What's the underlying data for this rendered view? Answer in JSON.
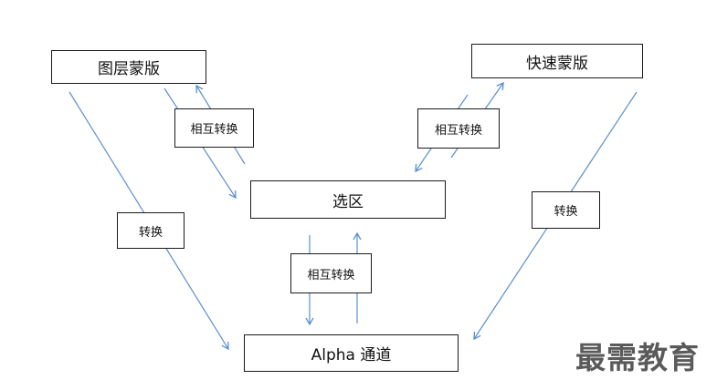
{
  "nodes": {
    "layer_mask": "图层蒙版",
    "quick_mask": "快速蒙版",
    "selection": "选区",
    "alpha_channel": "Alpha 通道"
  },
  "labels": {
    "layer_mask_selection": "相互转换",
    "quick_mask_selection": "相互转换",
    "selection_alpha": "相互转换",
    "layer_mask_alpha": "转换",
    "quick_mask_alpha": "转换"
  },
  "colors": {
    "arrow": "#5b8fcf",
    "border": "#1a1a1a"
  },
  "watermark": "最需教育"
}
